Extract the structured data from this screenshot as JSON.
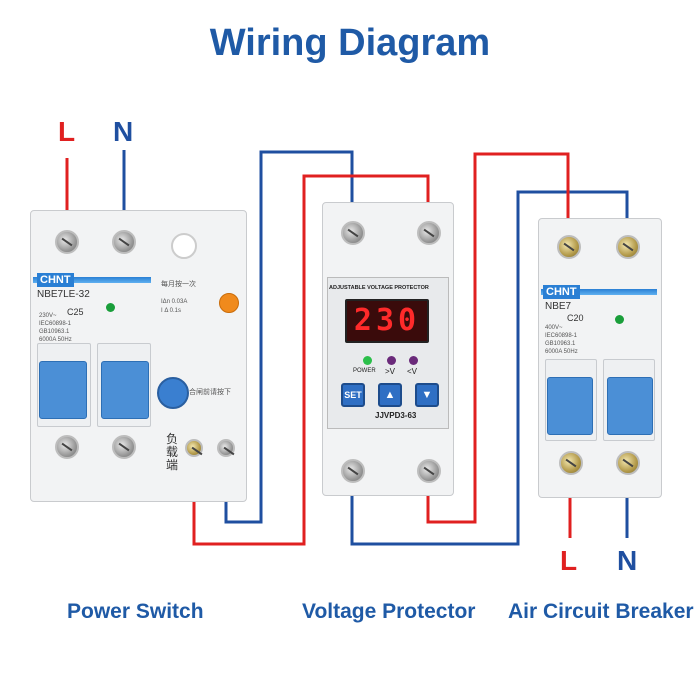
{
  "title": "Wiring Diagram",
  "input_labels": {
    "line": "L",
    "neutral": "N"
  },
  "output_labels": {
    "line": "L",
    "neutral": "N"
  },
  "colors": {
    "line": "#e02020",
    "neutral": "#1f4fa0",
    "title": "#1f5aa6"
  },
  "power_switch": {
    "caption": "Power Switch",
    "brand": "CHNT",
    "model": "NBE7LE-32",
    "rating": "C25",
    "specs": [
      "230V~",
      "IEC60898-1",
      "GB10963.1",
      "6000A 50Hz"
    ],
    "residual": "IΔn 0.03A",
    "residual_time": "I  Δ  0.1s",
    "test_note": "每月按一次",
    "reset_note": "合闸前请按下",
    "load_label": "负载端"
  },
  "voltage_protector": {
    "caption": "Voltage Protector",
    "header": "ADJUSTABLE VOLTAGE PROTECTOR",
    "display_value": "230",
    "indicators": [
      "POWER",
      ">V",
      "<V"
    ],
    "set_button": "SET",
    "model": "JJVPD3-63"
  },
  "air_breaker": {
    "caption": "Air Circuit Breaker",
    "brand": "CHNT",
    "model": "NBE7",
    "rating": "C20",
    "specs": [
      "400V~",
      "IEC60898-1",
      "GB10963.1",
      "6000A 50Hz"
    ]
  },
  "icons": [
    "up-arrow-icon",
    "down-arrow-icon",
    "screw-terminal-icon"
  ]
}
